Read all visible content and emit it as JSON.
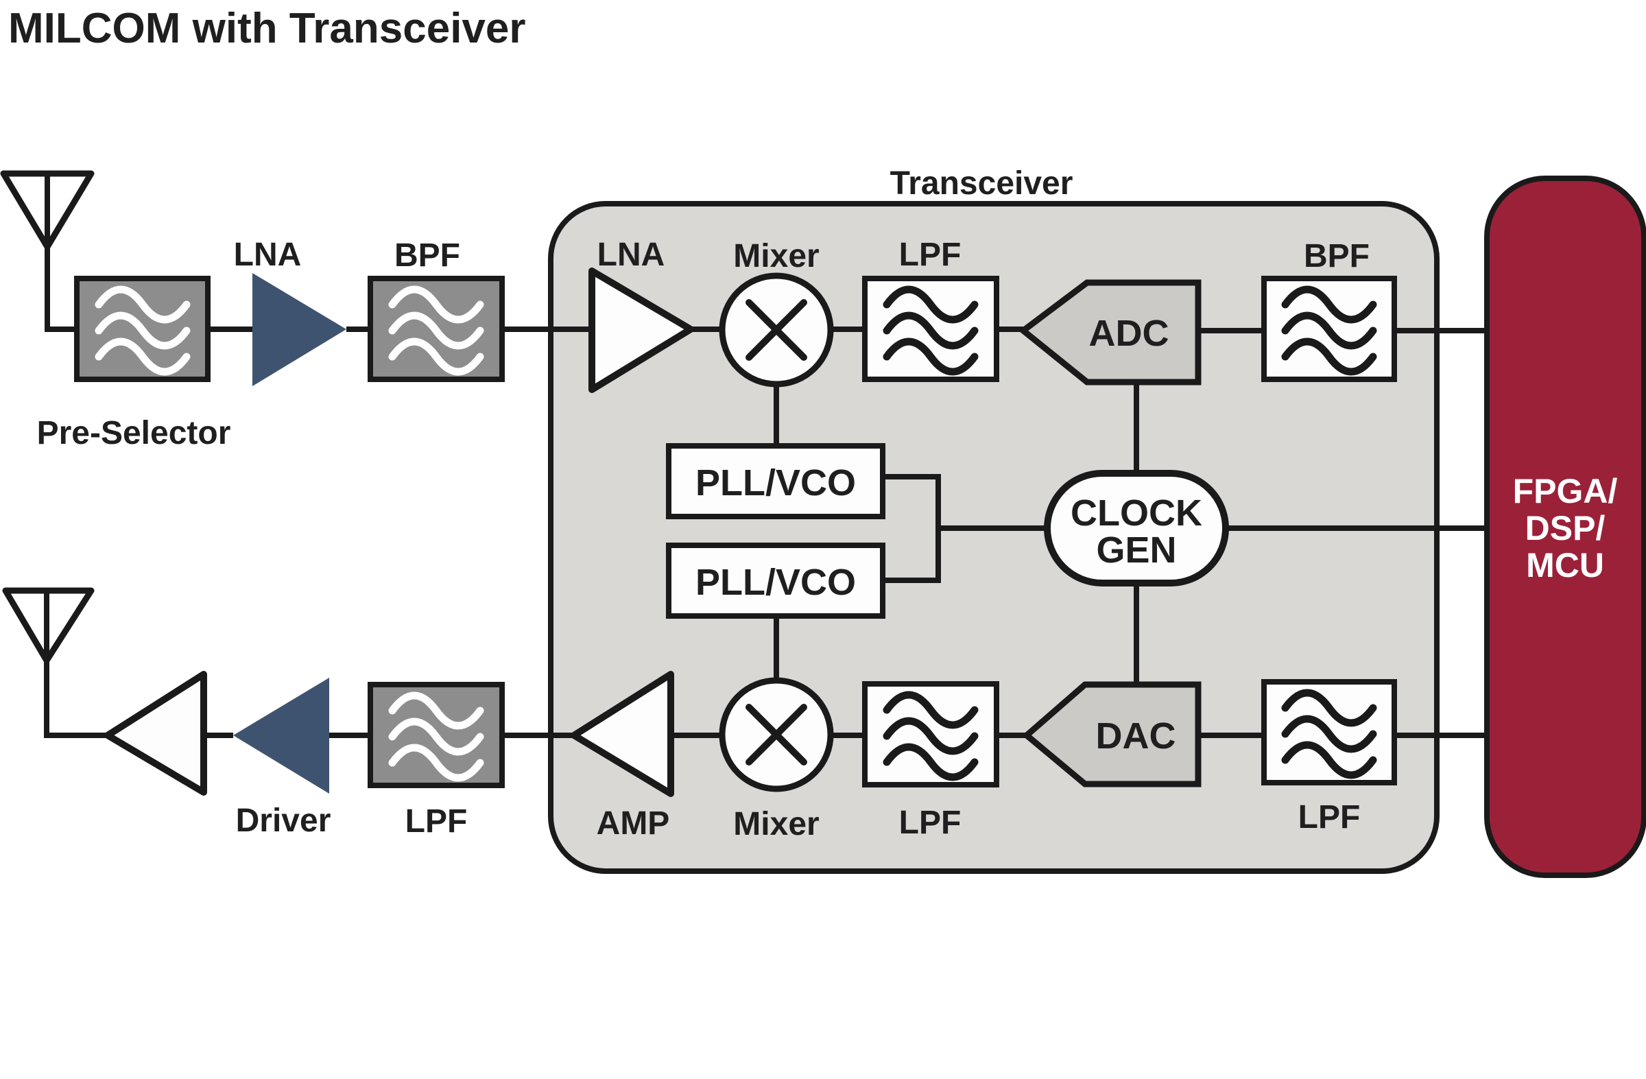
{
  "title": "MILCOM with Transceiver",
  "colors": {
    "canvas-bg": "#ffffff",
    "ink": "#1f1f1f",
    "wire": "#1a1a1a",
    "transceiver-fill": "#d9d8d5",
    "gray-filter-fill": "#8d8d8d",
    "converter-fill": "#cbcac7",
    "box-white": "#fdfdfd",
    "accent-blue": "#3e536f",
    "accent-red": "#9b2139"
  },
  "transceiver": {
    "label": "Transceiver"
  },
  "rx": {
    "preselector": "Pre-Selector",
    "lna_ext": "LNA",
    "bpf_ext": "BPF",
    "lna_int": "LNA",
    "mixer": "Mixer",
    "lpf": "LPF",
    "adc": "ADC",
    "bpf_int": "BPF"
  },
  "lo": {
    "pll1": "PLL/VCO",
    "pll2": "PLL/VCO",
    "clock_line1": "CLOCK",
    "clock_line2": "GEN"
  },
  "tx": {
    "driver": "Driver",
    "lpf_ext": "LPF",
    "amp": "AMP",
    "mixer": "Mixer",
    "lpf_mid": "LPF",
    "dac": "DAC",
    "lpf_int": "LPF"
  },
  "processor": {
    "line1": "FPGA/",
    "line2": "DSP/",
    "line3": "MCU"
  }
}
